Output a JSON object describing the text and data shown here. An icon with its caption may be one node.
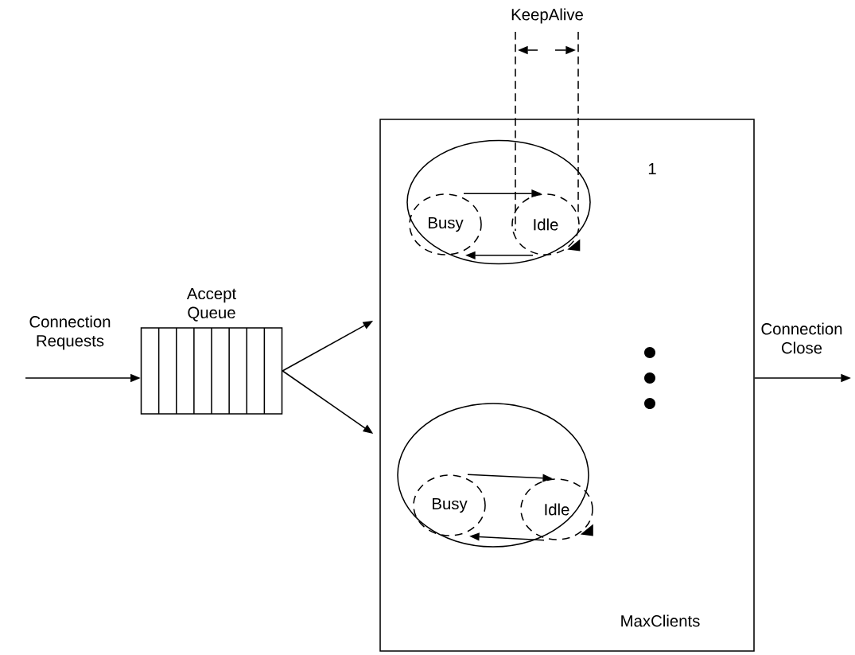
{
  "diagram": {
    "nodes": [
      {
        "text": [
          "Accept Queue"
        ]
      },
      {
        "text": [],
        "shape": "box"
      },
      {
        "text": [],
        "shape": "circle",
        "in": 1
      },
      {
        "text": [
          "Busy"
        ],
        "in": 2
      },
      {
        "text": [
          "Idle"
        ],
        "in": 2
      },
      {
        "text": [],
        "shape": "circle",
        "in": 1
      },
      {
        "text": [
          "Busy"
        ],
        "in": 5
      },
      {
        "text": [
          "Idle"
        ],
        "in": 5
      }
    ],
    "edges": [
      {
        "from": null,
        "to": 0,
        "arrow": "to",
        "label": "Connection Requests"
      },
      {
        "from": 0,
        "to": 1,
        "arrow": "to"
      },
      {
        "from": 0,
        "to": 1,
        "arrow": "to"
      },
      {
        "from": 3,
        "to": 4,
        "arrow": "to"
      },
      {
        "from": 4,
        "to": 3,
        "arrow": "to"
      },
      {
        "from": 6,
        "to": 7,
        "arrow": "to"
      },
      {
        "from": 7,
        "to": 6,
        "arrow": "to"
      },
      {
        "from": 1,
        "to": null,
        "arrow": "to",
        "label": "Connection Close"
      }
    ],
    "labels": [
      "KeepAlive",
      "1",
      "MaxClients"
    ]
  }
}
